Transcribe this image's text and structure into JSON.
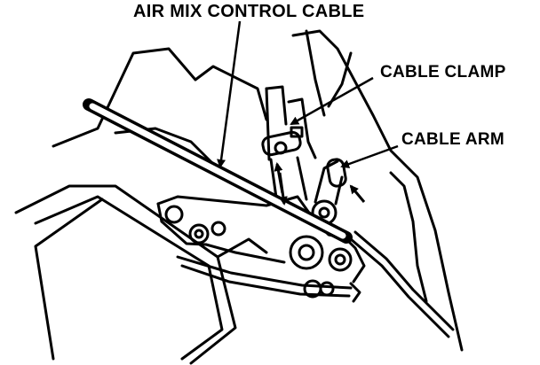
{
  "labels": {
    "air_mix_control_cable": "AIR MIX CONTROL CABLE",
    "cable_clamp": "CABLE CLAMP",
    "cable_arm": "CABLE ARM"
  },
  "colors": {
    "ink": "#000000",
    "paper": "#ffffff"
  }
}
